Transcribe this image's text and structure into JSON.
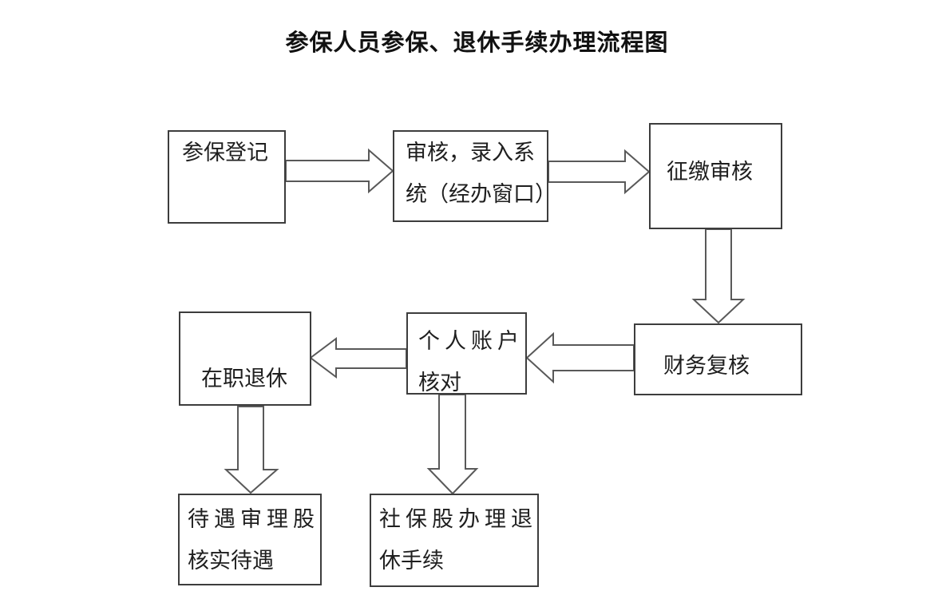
{
  "title": "参保人员参保、退休手续办理流程图",
  "colors": {
    "background": "#ffffff",
    "box_border": "#3d3d3d",
    "arrow_outline": "#595959",
    "text": "#1f1f1f",
    "title_text": "#111111"
  },
  "flowchart": {
    "boxes": [
      {
        "id": "enrollment-registration",
        "lines": [
          "参保登记"
        ]
      },
      {
        "id": "review-system-entry",
        "lines": [
          "审核，录入系",
          "统（经办窗口）"
        ]
      },
      {
        "id": "levy-collection-review",
        "lines": [
          "征缴审核"
        ]
      },
      {
        "id": "finance-recheck",
        "lines": [
          "财务复核"
        ]
      },
      {
        "id": "personal-account-check",
        "lines": [
          "个人账户",
          "核对"
        ]
      },
      {
        "id": "in-service-retirement",
        "lines": [
          "在职退休"
        ]
      },
      {
        "id": "benefit-audit-section",
        "lines": [
          "待遇审理股",
          "核实待遇"
        ]
      },
      {
        "id": "social-security-retirement",
        "lines": [
          "社保股办理退",
          "休手续"
        ]
      }
    ],
    "connections": [
      {
        "from": "参保登记",
        "to": "审核，录入系统（经办窗口）",
        "direction": "right"
      },
      {
        "from": "审核，录入系统（经办窗口）",
        "to": "征缴审核",
        "direction": "right"
      },
      {
        "from": "征缴审核",
        "to": "财务复核",
        "direction": "down"
      },
      {
        "from": "财务复核",
        "to": "个人账户核对",
        "direction": "left"
      },
      {
        "from": "个人账户核对",
        "to": "在职退休",
        "direction": "left"
      },
      {
        "from": "在职退休",
        "to": "待遇审理股核实待遇",
        "direction": "down"
      },
      {
        "from": "个人账户核对",
        "to": "社保股办理退休手续",
        "direction": "down"
      }
    ]
  }
}
